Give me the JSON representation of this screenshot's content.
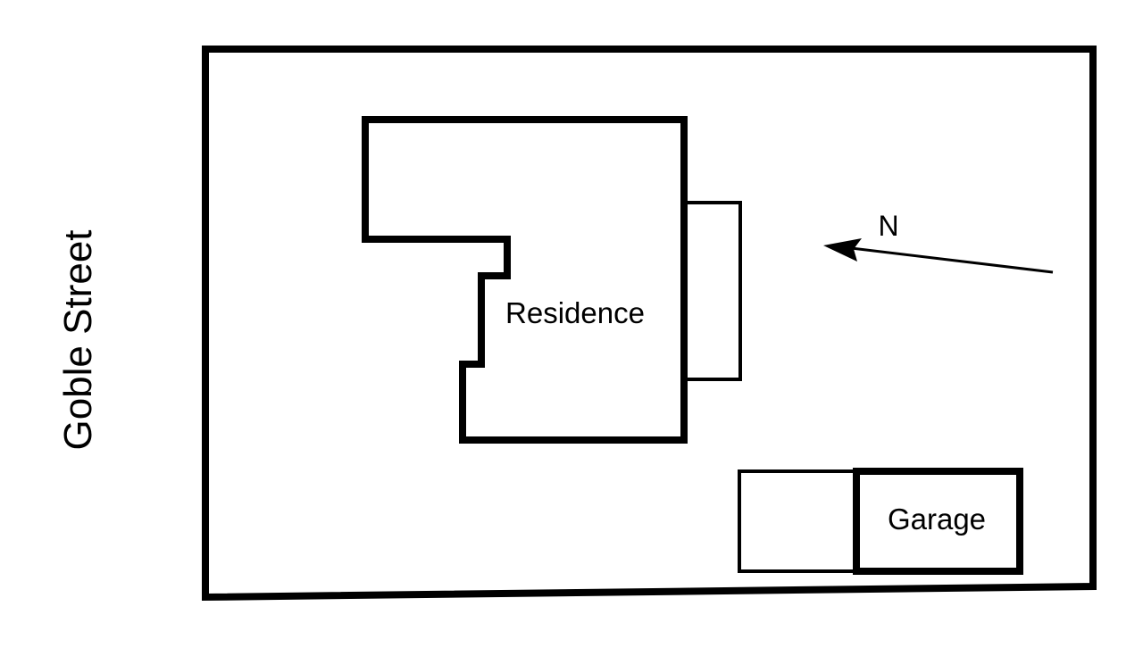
{
  "street": {
    "name": "Goble Street"
  },
  "buildings": {
    "residence": "Residence",
    "garage": "Garage"
  },
  "compass": {
    "label": "N",
    "icon": "north-arrow-icon"
  },
  "colors": {
    "line": "#000000",
    "background": "#ffffff"
  }
}
